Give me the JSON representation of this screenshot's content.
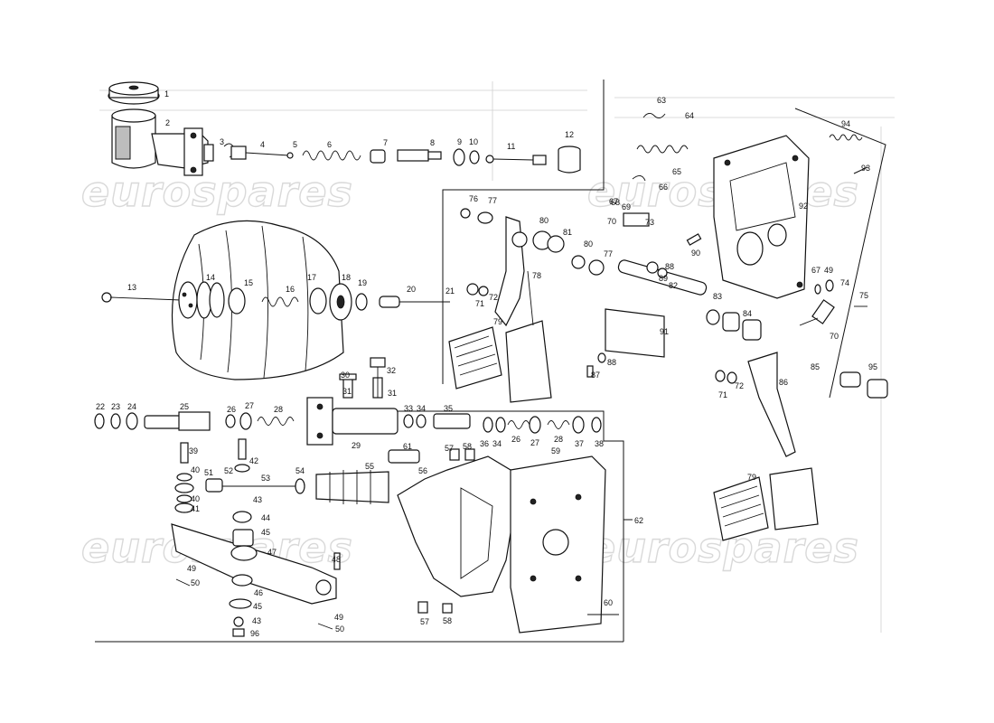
{
  "watermark": "eurospares",
  "parts": [
    "1",
    "2",
    "3",
    "4",
    "5",
    "6",
    "7",
    "8",
    "9",
    "10",
    "11",
    "12",
    "13",
    "14",
    "15",
    "16",
    "17",
    "18",
    "19",
    "20",
    "21",
    "22",
    "23",
    "24",
    "25",
    "26",
    "27",
    "28",
    "29",
    "30",
    "31",
    "32",
    "33",
    "34",
    "35",
    "36",
    "37",
    "38",
    "39",
    "40",
    "41",
    "42",
    "43",
    "44",
    "45",
    "46",
    "47",
    "48",
    "49",
    "50",
    "51",
    "52",
    "53",
    "54",
    "55",
    "56",
    "57",
    "58",
    "59",
    "60",
    "61",
    "62",
    "63",
    "64",
    "65",
    "66",
    "67",
    "68",
    "69",
    "70",
    "71",
    "72",
    "73",
    "74",
    "75",
    "76",
    "77",
    "78",
    "79",
    "80",
    "81",
    "82",
    "83",
    "84",
    "85",
    "86",
    "87",
    "88",
    "89",
    "90",
    "91",
    "92",
    "93",
    "94",
    "95",
    "96"
  ],
  "colors": {
    "ink": "#111111",
    "watermark": "#d9d9d9",
    "background": "#ffffff"
  }
}
